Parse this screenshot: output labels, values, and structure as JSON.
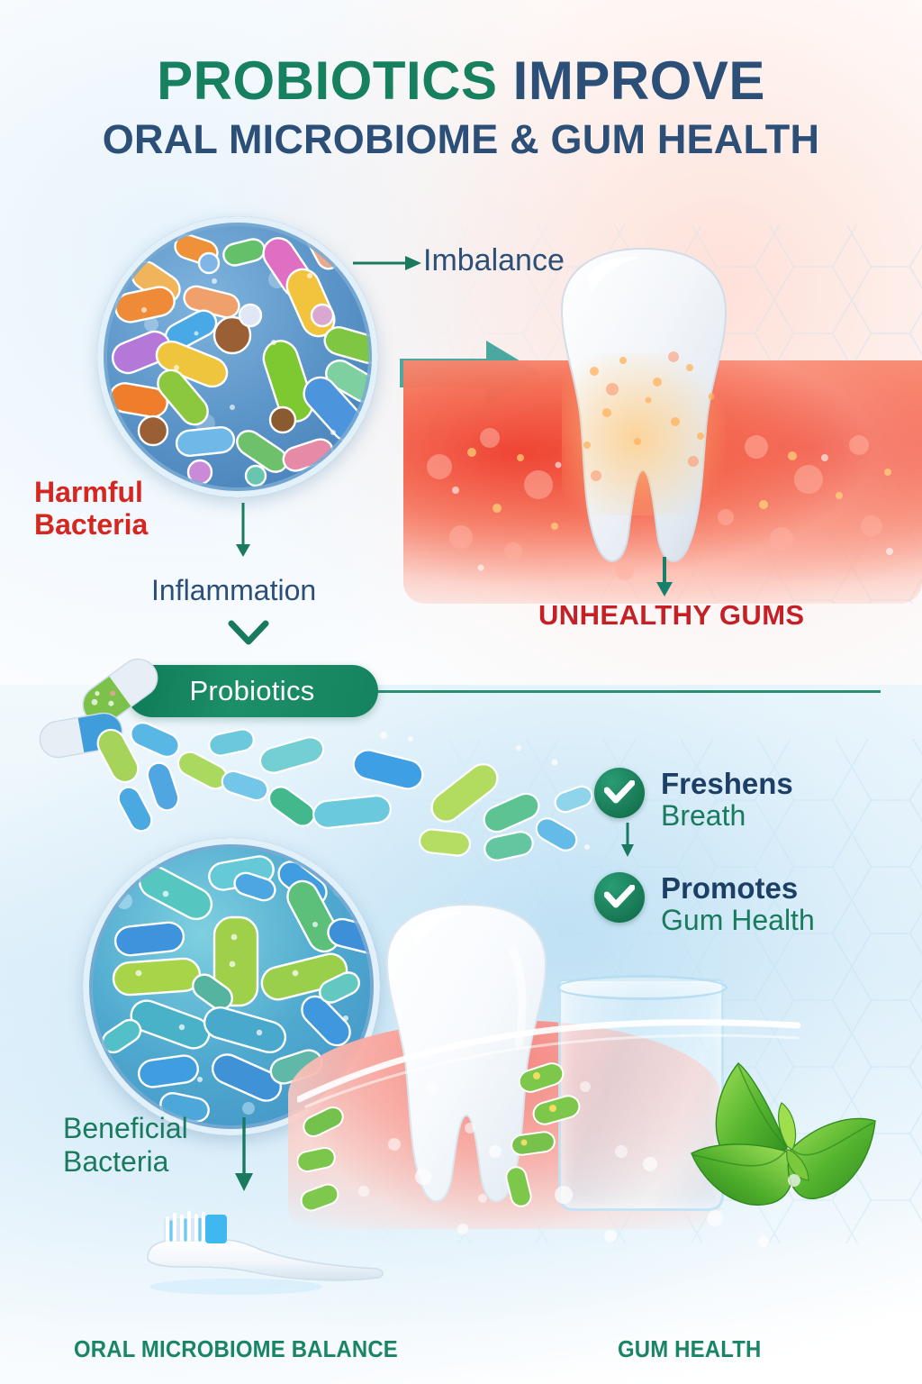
{
  "header": {
    "title_line1_part1": "PROBIOTICS",
    "title_line1_part2": "IMPROVE",
    "title_line2": "ORAL MICROBIOME & GUM HEALTH",
    "accent_green": "#16805f",
    "accent_navy": "#2c4f78"
  },
  "top_section": {
    "circle_label": "Harmful\nBacteria",
    "circle_label_color": "#d5261f",
    "arrow_label": "Imbalance",
    "arrow_label_color": "#2c4f78",
    "flow_label": "Inflammation",
    "flow_label_color": "#2c4f78",
    "result_label": "UNHEALTHY GUMS",
    "result_label_color": "#c42026",
    "arrow_icon_color": "#4aa8a0"
  },
  "divider": {
    "badge_label": "Probiotics",
    "badge_bg": "#15835f",
    "badge_text_color": "#ffffff",
    "line_color": "#1a8566"
  },
  "benefits": [
    {
      "top": "Freshens",
      "bottom": "Breath",
      "icon": "check-icon"
    },
    {
      "top": "Promotes",
      "bottom": "Gum Health",
      "icon": "check-icon"
    }
  ],
  "benefit_colors": {
    "top_color": "#1d3f66",
    "bottom_color": "#1a7a5e",
    "badge_color": "#14734f"
  },
  "bottom_section": {
    "circle_label": "Beneficial\nBacteria",
    "circle_label_color": "#1a7a5e"
  },
  "footer": {
    "left_label": "ORAL MICROBIOME BALANCE",
    "right_label": "GUM HEALTH",
    "color": "#1a8566"
  },
  "illustrations": {
    "harmful_microscope": "harmful-bacteria-microscope-icon",
    "beneficial_microscope": "beneficial-bacteria-microscope-icon",
    "unhealthy_tooth": "inflamed-gum-tooth-illustration",
    "healthy_tooth": "healthy-gum-tooth-illustration",
    "toothbrush": "toothbrush-icon",
    "water_glass": "water-glass-icon",
    "mint": "mint-leaves-icon",
    "capsules": "probiotic-capsules-icon"
  }
}
